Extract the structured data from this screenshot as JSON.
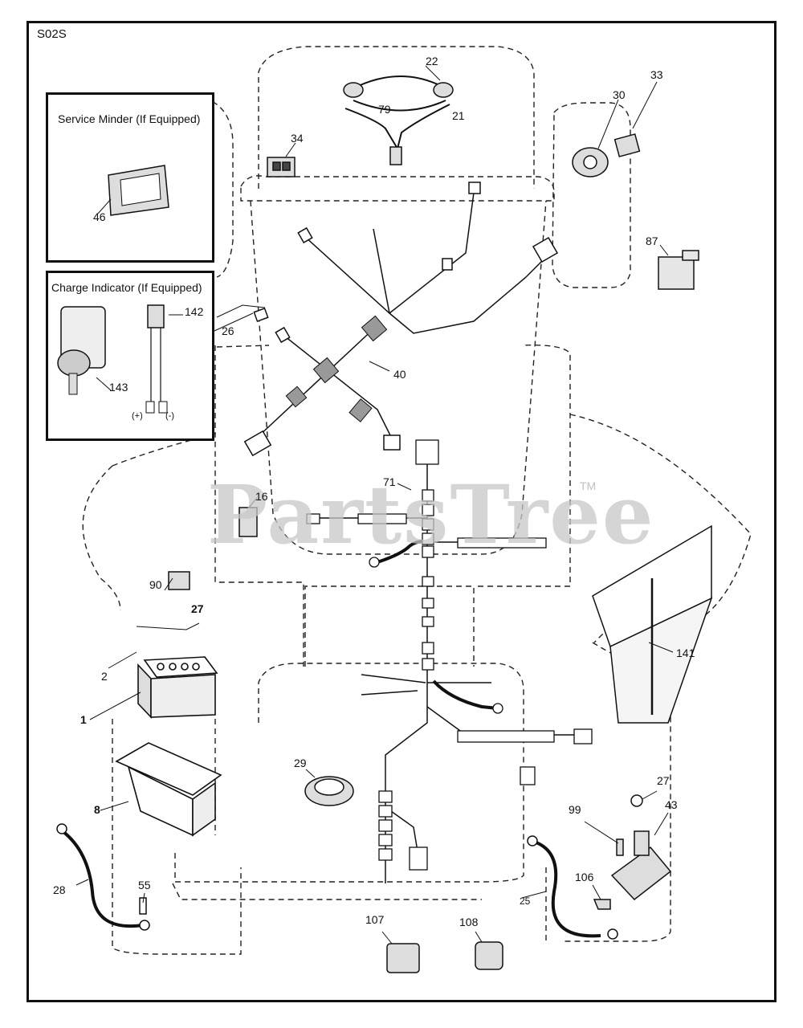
{
  "diagram_code": "S02S",
  "watermark": "PartsTree",
  "watermark_mark": "TM",
  "insets": {
    "service_minder": {
      "title": "Service Minder (If Equipped)"
    },
    "charge_indicator": {
      "title": "Charge Indicator (If Equipped)",
      "polarity_plus": "(+)",
      "polarity_minus": "(-)"
    }
  },
  "callouts": {
    "c22": "22",
    "c79": "79",
    "c21": "21",
    "c34": "34",
    "c30": "30",
    "c33": "33",
    "c87": "87",
    "c46": "46",
    "c142": "142",
    "c26": "26",
    "c143": "143",
    "c40": "40",
    "c71": "71",
    "c16": "16",
    "c90": "90",
    "c27a": "27",
    "c2": "2",
    "c1": "1",
    "c8": "8",
    "c29": "29",
    "c28": "28",
    "c55": "55",
    "c107": "107",
    "c108": "108",
    "c141": "141",
    "c27b": "27",
    "c43": "43",
    "c99": "99",
    "c106": "106",
    "c25": "25"
  },
  "colors": {
    "line": "#111111",
    "dash": "#222222",
    "part_fill": "#e6e6e6",
    "watermark": "#c8c8c8"
  }
}
